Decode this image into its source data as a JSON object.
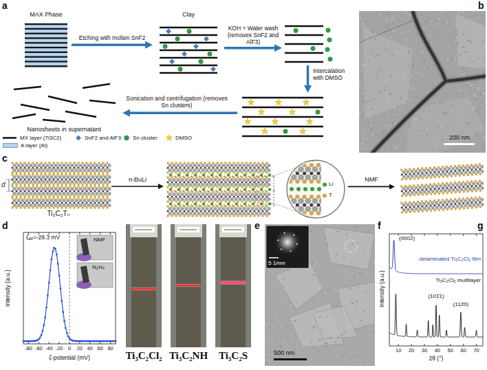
{
  "diagram": {
    "nodes": [
      {
        "text": [
          "MAX Phase"
        ]
      },
      {
        "text": [
          "Clay"
        ]
      },
      {
        "text": []
      },
      {
        "text": []
      },
      {
        "text": [
          "Nanosheets in supernatant"
        ]
      },
      {
        "text": [
          "Ti₃C₂Tₙ"
        ]
      },
      {
        "text": []
      },
      {
        "text": [
          "Li",
          "T"
        ],
        "in": 6
      },
      {
        "text": []
      }
    ],
    "edges": [
      {
        "from": 0,
        "to": 1,
        "arrow": "to",
        "label": "Etching with molten SnF2"
      },
      {
        "from": 1,
        "to": 2,
        "arrow": "to",
        "label": "KOH + Water wash (removes SnF2 and AlF3)"
      },
      {
        "from": 2,
        "to": 3,
        "arrow": "to",
        "label": "Intercalation with DMSO"
      },
      {
        "from": 3,
        "to": 4,
        "arrow": "to",
        "label": "Sonication and centrifugation (removes Sn clusters)"
      },
      {
        "from": 5,
        "to": 6,
        "arrow": "to",
        "label": "n-BuLi"
      },
      {
        "from": 6,
        "to": 8,
        "arrow": "to",
        "label": "NMF"
      }
    ],
    "labels": [
      "a",
      "b",
      "200 nm",
      "c",
      "d",
      "d",
      "ζₐᵥ=-29.3 mV",
      "NMF",
      "N₂H₄",
      "Intensity (a.u.)",
      "-80",
      "-60",
      "-40",
      "-20",
      "0",
      "20",
      "40",
      "60",
      "80",
      "ζ-potential (mV)",
      "e",
      "Ti₃C₂Cl₂",
      "Ti₃C₂NH",
      "Ti₃C₂S",
      "f",
      "5 1/nm",
      "500 nm",
      "g",
      "(0002)",
      "delaminated Ti₃C₂Cl₂ film",
      "Ti₃C₂Cl₂ multilayer",
      "(101̄1)",
      "(112̄0)",
      "Intensity (a.u.)",
      "10",
      "20",
      "30",
      "40",
      "50",
      "60",
      "70",
      "2θ (°)"
    ],
    "legend": [
      {
        "text": "MX layer (Ti3C2)"
      },
      {
        "text": "A layer (Al)",
        "color": "#b4d3ee"
      },
      {
        "text": "SnF2 and AlF3"
      },
      {
        "text": "Sn cluster"
      },
      {
        "text": "DMSO"
      }
    ]
  }
}
